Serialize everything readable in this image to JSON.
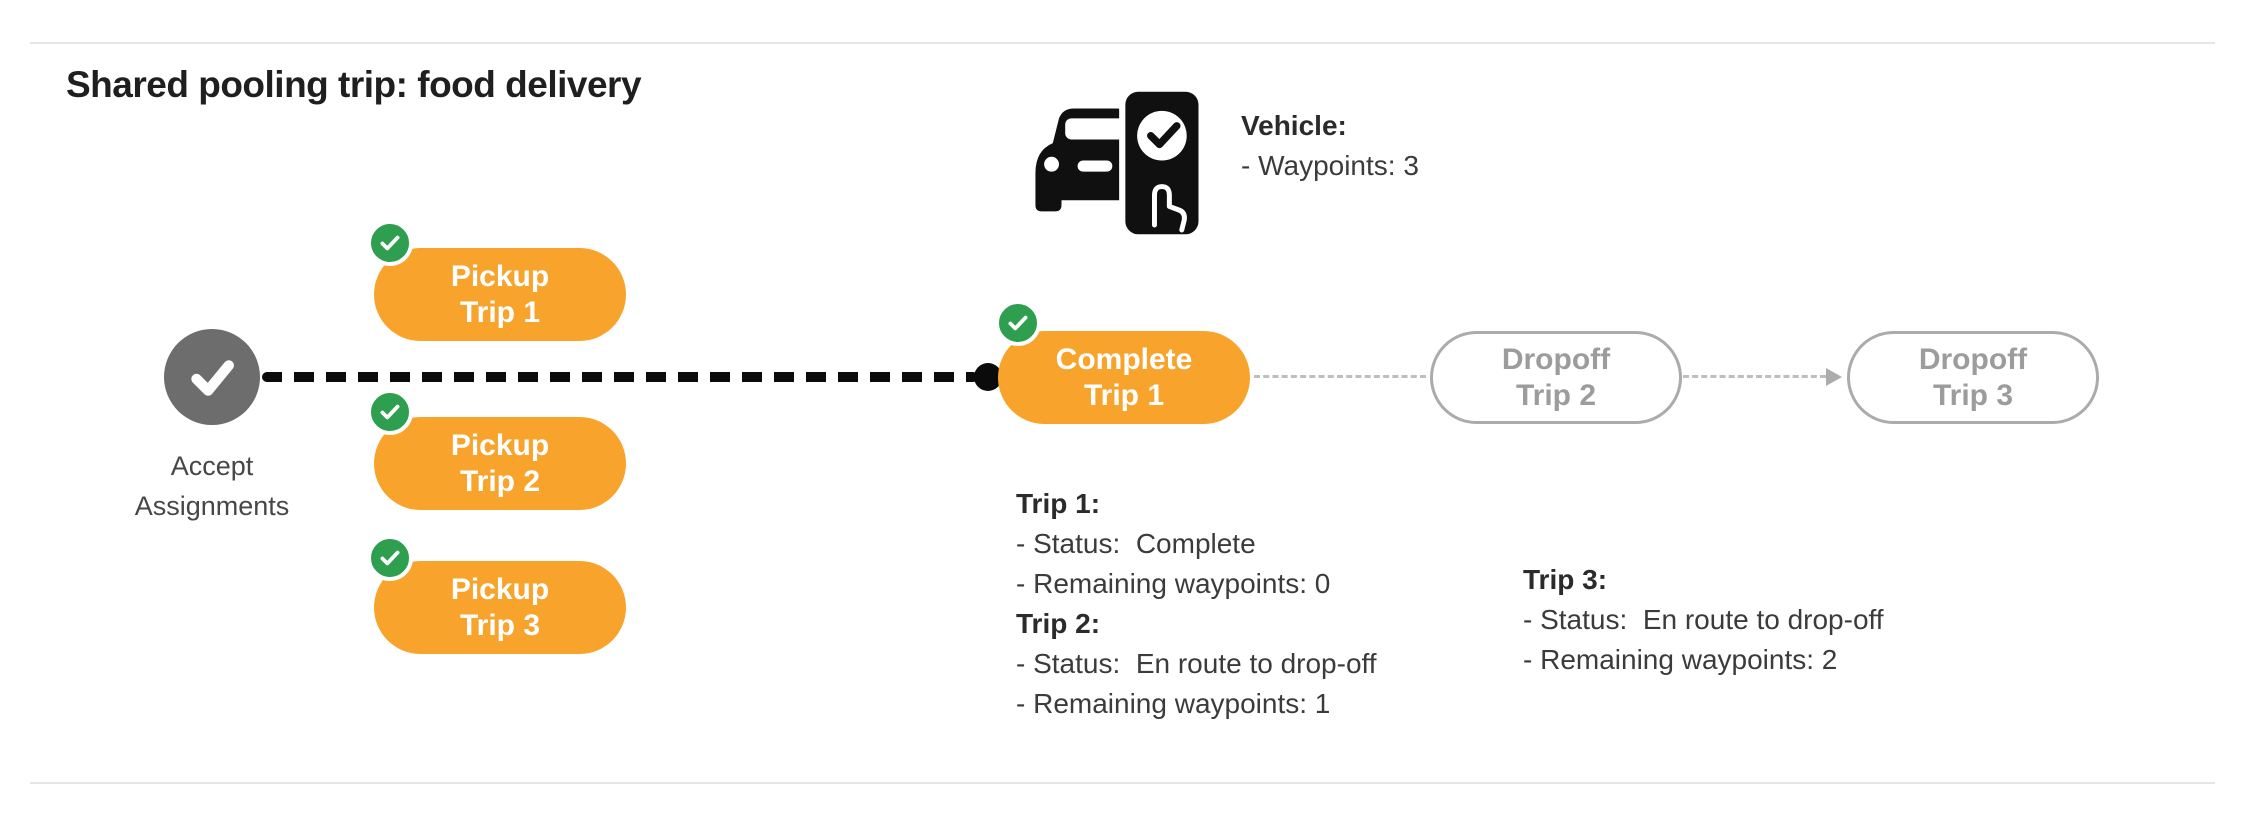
{
  "title": "Shared pooling trip: food delivery",
  "vehicle": {
    "heading": "Vehicle:",
    "lines": [
      "- Waypoints: 3"
    ]
  },
  "flow": {
    "accept": {
      "line1": "Accept",
      "line2": "Assignments"
    },
    "pickups": [
      {
        "line1": "Pickup",
        "line2": "Trip 1"
      },
      {
        "line1": "Pickup",
        "line2": "Trip 2"
      },
      {
        "line1": "Pickup",
        "line2": "Trip 3"
      }
    ],
    "complete": {
      "line1": "Complete",
      "line2": "Trip 1"
    },
    "dropoffs": [
      {
        "line1": "Dropoff",
        "line2": "Trip 2"
      },
      {
        "line1": "Dropoff",
        "line2": "Trip 3"
      }
    ]
  },
  "status": {
    "left": [
      {
        "heading": "Trip 1:",
        "lines": [
          "- Status:  Complete",
          "- Remaining waypoints: 0"
        ]
      },
      {
        "heading": "Trip 2:",
        "lines": [
          "- Status:  En route to drop-off",
          "- Remaining waypoints: 1"
        ]
      }
    ],
    "right": [
      {
        "heading": "Trip 3:",
        "lines": [
          "- Status:  En route to drop-off",
          "- Remaining waypoints: 2"
        ]
      }
    ]
  },
  "icons": {
    "vehicle": "car-with-phone-check-icon",
    "node_check": "check-icon",
    "badge_check": "check-badge-icon",
    "arrow": "arrowhead-icon"
  },
  "colors": {
    "orange": "#F7A32C",
    "green": "#2E9E4F",
    "gray_circle": "#6D6D6D",
    "ghost_border": "#ABABAB",
    "ghost_text": "#9C9C9C",
    "connector_black": "#0B0B0B",
    "connector_gray": "#BEBEBE",
    "title_text": "#1F1F1F",
    "body_text": "#3B3B3B",
    "rule": "#E5E5E5"
  }
}
